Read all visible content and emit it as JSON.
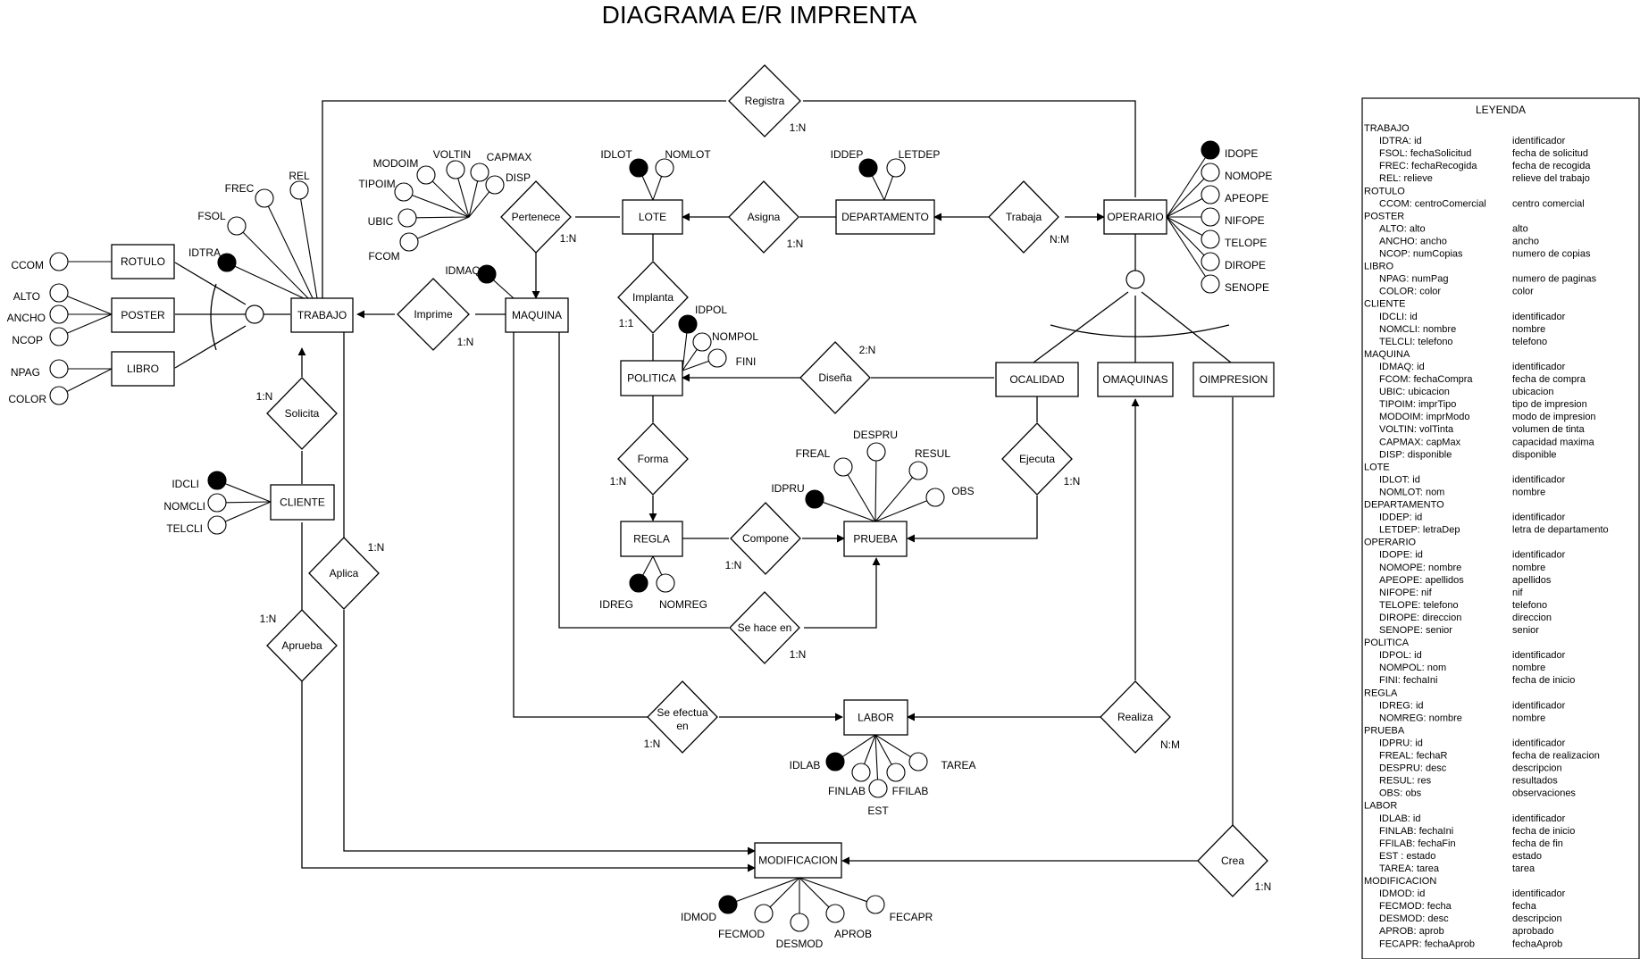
{
  "title": "DIAGRAMA E/R IMPRENTA",
  "entities": {
    "trabajo": "TRABAJO",
    "rotulo": "ROTULO",
    "poster": "POSTER",
    "libro": "LIBRO",
    "cliente": "CLIENTE",
    "maquina": "MAQUINA",
    "lote": "LOTE",
    "departamento": "DEPARTAMENTO",
    "operario": "OPERARIO",
    "politica": "POLITICA",
    "regla": "REGLA",
    "prueba": "PRUEBA",
    "ocalidad": "OCALIDAD",
    "omaquinas": "OMAQUINAS",
    "oimpresion": "OIMPRESION",
    "labor": "LABOR",
    "modificacion": "MODIFICACION"
  },
  "relations": {
    "registra": {
      "label": "Registra",
      "card": "1:N"
    },
    "imprime": {
      "label": "Imprime",
      "card": "1:N"
    },
    "solicita": {
      "label": "Solicita",
      "card": "1:N"
    },
    "aplica": {
      "label": "Aplica",
      "card": "1:N"
    },
    "aprueba": {
      "label": "Aprueba",
      "card": "1:N"
    },
    "pertenece": {
      "label": "Pertenece",
      "card": "1:N"
    },
    "asigna": {
      "label": "Asigna",
      "card": "1:N"
    },
    "trabaja": {
      "label": "Trabaja",
      "card": "N:M"
    },
    "implanta": {
      "label": "Implanta",
      "card": "1:1"
    },
    "disena": {
      "label": "Diseña",
      "card": "2:N"
    },
    "forma": {
      "label": "Forma",
      "card": "1:N"
    },
    "compone": {
      "label": "Compone",
      "card": "1:N"
    },
    "ejecuta": {
      "label": "Ejecuta",
      "card": "1:N"
    },
    "sehace": {
      "label": "Se hace en",
      "card": "1:N"
    },
    "seefectua": {
      "line1": "Se efectua",
      "line2": "en",
      "card": "1:N"
    },
    "realiza": {
      "label": "Realiza",
      "card": "N:M"
    },
    "crea": {
      "label": "Crea",
      "card": "1:N"
    }
  },
  "attributes": {
    "trabajo": {
      "idtra": "IDTRA",
      "fsol": "FSOL",
      "frec": "FREC",
      "rel": "REL"
    },
    "rotulo": {
      "ccom": "CCOM"
    },
    "poster": {
      "alto": "ALTO",
      "ancho": "ANCHO",
      "ncop": "NCOP"
    },
    "libro": {
      "npag": "NPAG",
      "color": "COLOR"
    },
    "cliente": {
      "idcli": "IDCLI",
      "nomcli": "NOMCLI",
      "telcli": "TELCLI"
    },
    "maquina": {
      "idmaq": "IDMAQ",
      "fcom": "FCOM",
      "ubic": "UBIC",
      "tipoim": "TIPOIM",
      "modoim": "MODOIM",
      "voltin": "VOLTIN",
      "capmax": "CAPMAX",
      "disp": "DISP"
    },
    "lote": {
      "idlot": "IDLOT",
      "nomlot": "NOMLOT"
    },
    "departamento": {
      "iddep": "IDDEP",
      "letdep": "LETDEP"
    },
    "operario": {
      "idope": "IDOPE",
      "nomope": "NOMOPE",
      "apeope": "APEOPE",
      "nifope": "NIFOPE",
      "telope": "TELOPE",
      "dirope": "DIROPE",
      "senope": "SENOPE"
    },
    "politica": {
      "idpol": "IDPOL",
      "nompol": "NOMPOL",
      "fini": "FINI"
    },
    "regla": {
      "idreg": "IDREG",
      "nomreg": "NOMREG"
    },
    "prueba": {
      "idpru": "IDPRU",
      "freal": "FREAL",
      "despru": "DESPRU",
      "resul": "RESUL",
      "obs": "OBS"
    },
    "labor": {
      "idlab": "IDLAB",
      "finlab": "FINLAB",
      "est": "EST",
      "ffilab": "FFILAB",
      "tarea": "TAREA"
    },
    "modificacion": {
      "idmod": "IDMOD",
      "fecmod": "FECMOD",
      "desmod": "DESMOD",
      "aprob": "APROB",
      "fecapr": "FECAPR"
    }
  },
  "legend": {
    "title": "LEYENDA",
    "rows": [
      {
        "a": "TRABAJO",
        "b": "",
        "h": true
      },
      {
        "a": "IDTRA: id",
        "b": "identificador"
      },
      {
        "a": "FSOL: fechaSolicitud",
        "b": "fecha de solicitud"
      },
      {
        "a": "FREC: fechaRecogida",
        "b": "fecha de recogida"
      },
      {
        "a": "REL: relieve",
        "b": "relieve del trabajo"
      },
      {
        "a": "ROTULO",
        "b": "",
        "h": true
      },
      {
        "a": "CCOM: centroComercial",
        "b": "centro comercial"
      },
      {
        "a": "POSTER",
        "b": "",
        "h": true
      },
      {
        "a": "ALTO: alto",
        "b": "alto"
      },
      {
        "a": "ANCHO: ancho",
        "b": "ancho"
      },
      {
        "a": "NCOP: numCopias",
        "b": "numero de copias"
      },
      {
        "a": "LIBRO",
        "b": "",
        "h": true
      },
      {
        "a": "NPAG: numPag",
        "b": "numero de paginas"
      },
      {
        "a": "COLOR: color",
        "b": "color"
      },
      {
        "a": "CLIENTE",
        "b": "",
        "h": true
      },
      {
        "a": "IDCLI: id",
        "b": "identificador"
      },
      {
        "a": "NOMCLI: nombre",
        "b": "nombre"
      },
      {
        "a": "TELCLI: telefono",
        "b": "telefono"
      },
      {
        "a": "MAQUINA",
        "b": "",
        "h": true
      },
      {
        "a": "IDMAQ: id",
        "b": "identificador"
      },
      {
        "a": "FCOM: fechaCompra",
        "b": "fecha de compra"
      },
      {
        "a": "UBIC: ubicacion",
        "b": "ubicacion"
      },
      {
        "a": "TIPOIM: imprTipo",
        "b": "tipo de impresion"
      },
      {
        "a": "MODOIM: imprModo",
        "b": "modo de impresion"
      },
      {
        "a": "VOLTIN: volTinta",
        "b": "volumen de tinta"
      },
      {
        "a": "CAPMAX: capMax",
        "b": "capacidad maxima"
      },
      {
        "a": "DISP: disponible",
        "b": "disponible"
      },
      {
        "a": "LOTE",
        "b": "",
        "h": true
      },
      {
        "a": "IDLOT: id",
        "b": "identificador"
      },
      {
        "a": "NOMLOT: nom",
        "b": "nombre"
      },
      {
        "a": "DEPARTAMENTO",
        "b": "",
        "h": true
      },
      {
        "a": "IDDEP: id",
        "b": "identificador"
      },
      {
        "a": "LETDEP: letraDep",
        "b": "letra de departamento"
      },
      {
        "a": "OPERARIO",
        "b": "",
        "h": true
      },
      {
        "a": "IDOPE: id",
        "b": "identificador"
      },
      {
        "a": "NOMOPE: nombre",
        "b": "nombre"
      },
      {
        "a": "APEOPE: apellidos",
        "b": "apellidos"
      },
      {
        "a": "NIFOPE: nif",
        "b": "nif"
      },
      {
        "a": "TELOPE: telefono",
        "b": "telefono"
      },
      {
        "a": "DIROPE: direccion",
        "b": "direccion"
      },
      {
        "a": "SENOPE: senior",
        "b": "senior"
      },
      {
        "a": "POLITICA",
        "b": "",
        "h": true
      },
      {
        "a": "IDPOL: id",
        "b": "identificador"
      },
      {
        "a": "NOMPOL: nom",
        "b": "nombre"
      },
      {
        "a": "FINI: fechaIni",
        "b": "fecha de inicio"
      },
      {
        "a": "REGLA",
        "b": "",
        "h": true
      },
      {
        "a": "IDREG: id",
        "b": "identificador"
      },
      {
        "a": "NOMREG: nombre",
        "b": "nombre"
      },
      {
        "a": "PRUEBA",
        "b": "",
        "h": true
      },
      {
        "a": "IDPRU: id",
        "b": "identificador"
      },
      {
        "a": "FREAL: fechaR",
        "b": "fecha de realizacion"
      },
      {
        "a": "DESPRU: desc",
        "b": "descripcion"
      },
      {
        "a": "RESUL: res",
        "b": "resultados"
      },
      {
        "a": "OBS: obs",
        "b": "observaciones"
      },
      {
        "a": "LABOR",
        "b": "",
        "h": true
      },
      {
        "a": "IDLAB: id",
        "b": "identificador"
      },
      {
        "a": "FINLAB: fechaIni",
        "b": "fecha de inicio"
      },
      {
        "a": "FFILAB: fechaFin",
        "b": "fecha de fin"
      },
      {
        "a": "EST : estado",
        "b": "estado"
      },
      {
        "a": "TAREA: tarea",
        "b": "tarea"
      },
      {
        "a": "MODIFICACION",
        "b": "",
        "h": true
      },
      {
        "a": "IDMOD: id",
        "b": "identificador"
      },
      {
        "a": "FECMOD: fecha",
        "b": "fecha"
      },
      {
        "a": "DESMOD: desc",
        "b": "descripcion"
      },
      {
        "a": "APROB: aprob",
        "b": "aprobado"
      },
      {
        "a": "FECAPR: fechaAprob",
        "b": "fechaAprob"
      }
    ]
  }
}
